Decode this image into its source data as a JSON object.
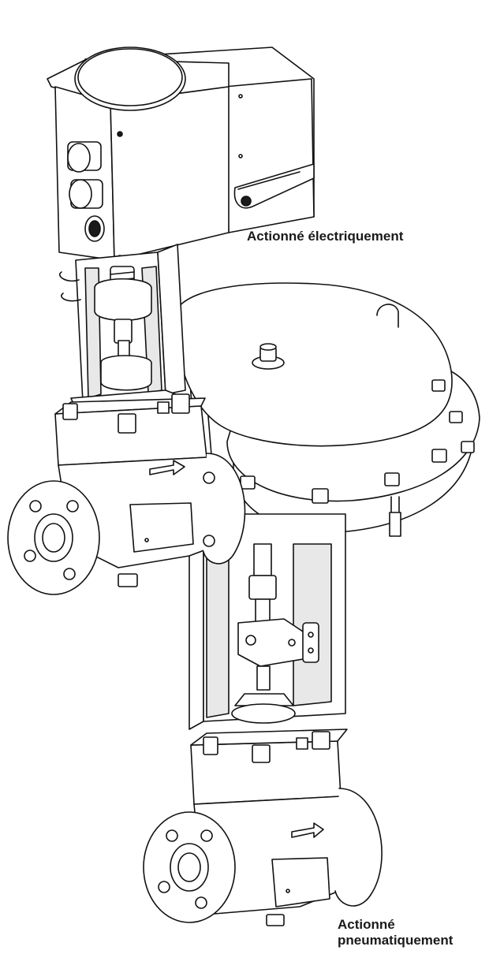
{
  "labels": {
    "electric": "Actionné électriquement",
    "pneumatic_line1": "Actionné",
    "pneumatic_line2": "pneumatiquement"
  },
  "colors": {
    "line": "#111111",
    "fill": "#ffffff",
    "shade": "#e8e8e8",
    "dark": "#1a1a1a"
  }
}
